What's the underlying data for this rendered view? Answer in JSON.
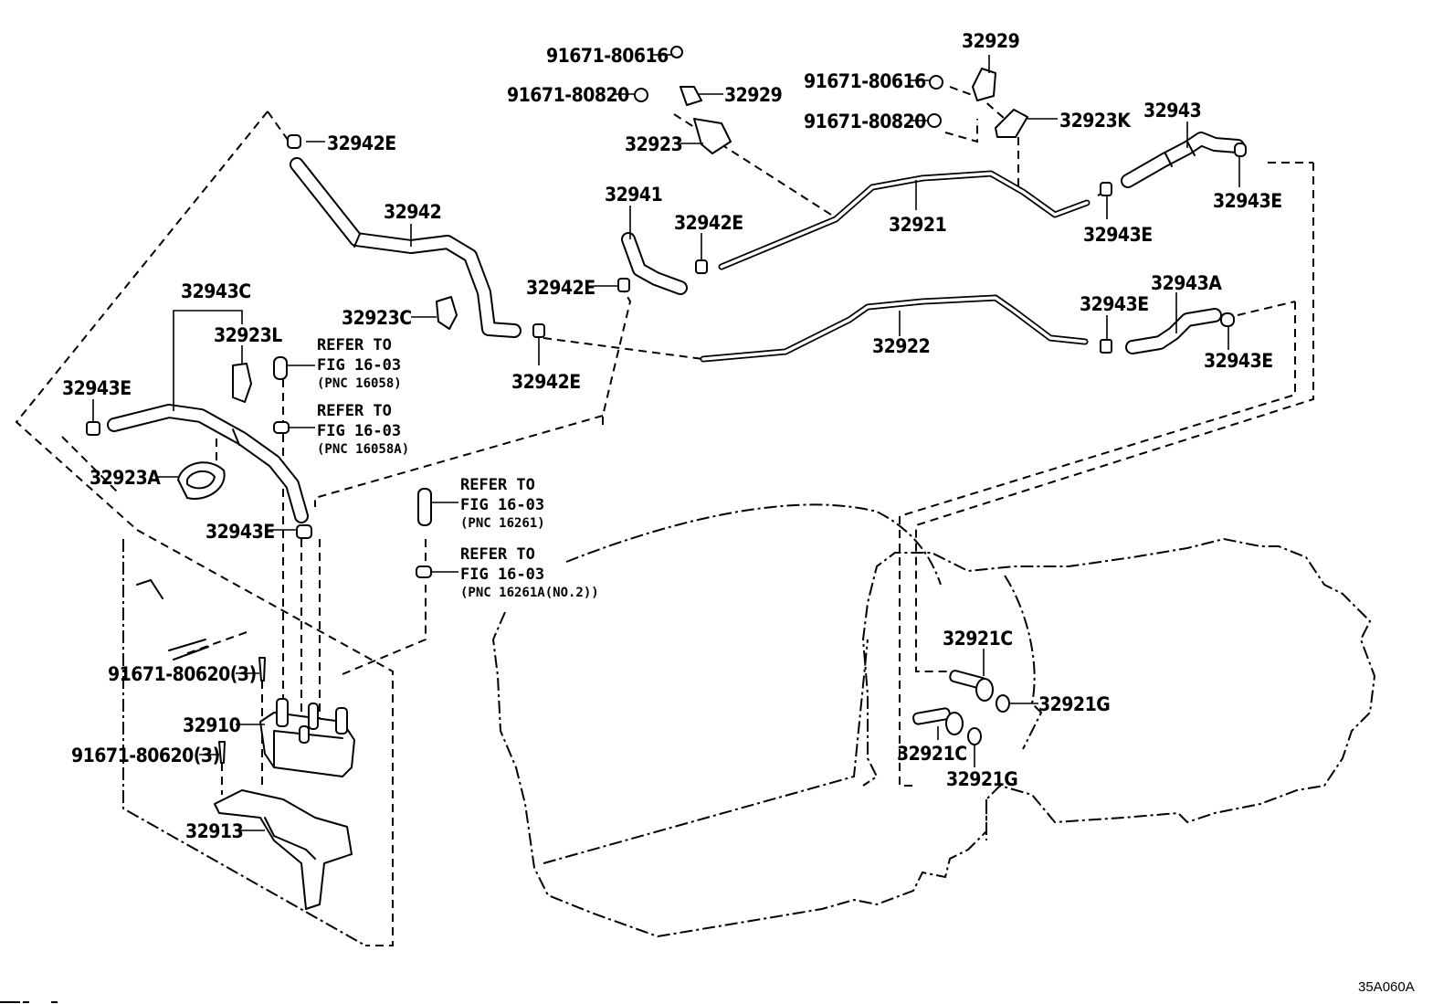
{
  "diagram": {
    "title": "Transmission oil cooler hoses and pipes",
    "figure_code": "35A060A",
    "part_labels": {
      "bolt_80616_a": "91671-80616",
      "bolt_80820_a": "91671-80820",
      "clamp_32929_a": "32929",
      "bracket_32923": "32923",
      "clamp_32929_b": "32929",
      "bolt_80616_b": "91671-80616",
      "bolt_80820_b": "91671-80820",
      "bracket_32923k": "32923K",
      "hose_32943": "32943",
      "clip_32943e_top_right": "32943E",
      "clip_32943e_top_mid": "32943E",
      "pipe_32921": "32921",
      "clip_32942e_top": "32942E",
      "hose_32942": "32942",
      "hose_32941": "32941",
      "clip_32942e_mid": "32942E",
      "clip_32942e_left": "32942E",
      "clip_32942e_bottom": "32942E",
      "clamp_32923c": "32923C",
      "pipe_32922": "32922",
      "clip_32943e_mid": "32943E",
      "hose_32943a": "32943A",
      "clip_32943e_mid_right": "32943E",
      "hose_32943c": "32943C",
      "clamp_32923l": "32923L",
      "clip_32943e_left": "32943E",
      "clamp_32923a": "32923A",
      "clip_32943e_lower": "32943E",
      "bolt_80620_upper": "91671-80620(3)",
      "cooler_32910": "32910",
      "bolt_80620_lower": "91671-80620(3)",
      "bracket_32913": "32913",
      "union_32921c_upper": "32921C",
      "gasket_32921g_upper": "32921G",
      "union_32921c_lower": "32921C",
      "gasket_32921g_lower": "32921G"
    },
    "references": [
      {
        "line1": "REFER TO",
        "line2": "FIG 16-03",
        "line3": "(PNC 16058)"
      },
      {
        "line1": "REFER TO",
        "line2": "FIG 16-03",
        "line3": "(PNC 16058A)"
      },
      {
        "line1": "REFER TO",
        "line2": "FIG 16-03",
        "line3": "(PNC 16261)"
      },
      {
        "line1": "REFER TO",
        "line2": "FIG 16-03",
        "line3": "(PNC 16261A(NO.2))"
      }
    ]
  }
}
